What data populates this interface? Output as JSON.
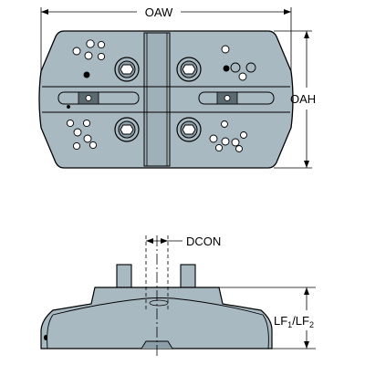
{
  "labels": {
    "oaw": "OAW",
    "oah": "OAH",
    "dcon": "DCON",
    "lf_main": "LF",
    "lf_sub1": "1",
    "lf_sep": "/LF",
    "lf_sub2": "2"
  },
  "colors": {
    "body": "#a9b9c2",
    "body_dark": "#8c9ea8",
    "line": "#000000",
    "centerline": "#000000",
    "background": "#ffffff"
  }
}
